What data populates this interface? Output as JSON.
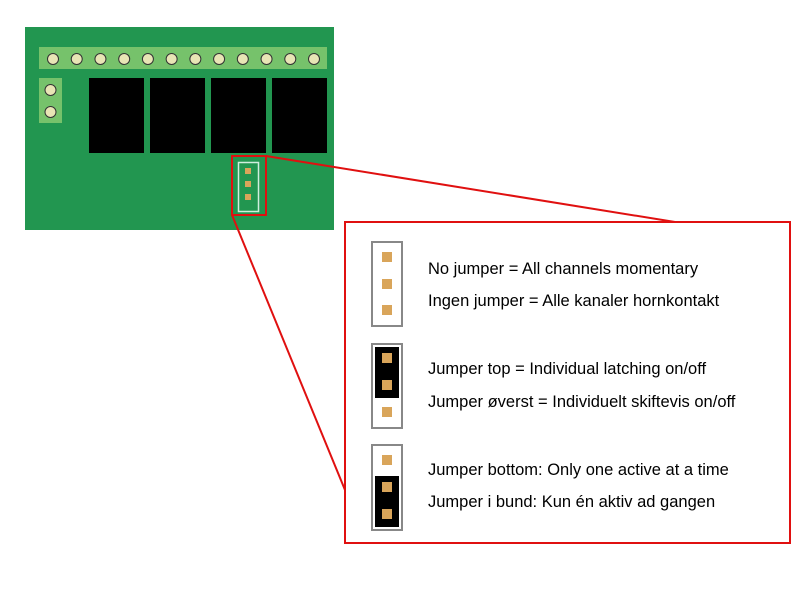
{
  "colors": {
    "board": "#229650",
    "terminal": "#76c26b",
    "pin": "#e8e5b5",
    "relay": "#000000",
    "pad": "#d9a55a",
    "callout": "#e01010"
  },
  "board": {
    "terminal_pin_count": 12,
    "power_pin_count": 2,
    "relay_count": 4,
    "header_pin_count": 3
  },
  "legend": [
    {
      "jumper": "none",
      "line1": "No jumper = All channels momentary",
      "line2": "Ingen jumper = Alle kanaler hornkontakt"
    },
    {
      "jumper": "top",
      "line1": "Jumper top = Individual latching on/off",
      "line2": "Jumper øverst = Individuelt skiftevis on/off"
    },
    {
      "jumper": "bottom",
      "line1": "Jumper bottom: Only one active at a time",
      "line2": "Jumper i bund: Kun én aktiv ad gangen"
    }
  ]
}
